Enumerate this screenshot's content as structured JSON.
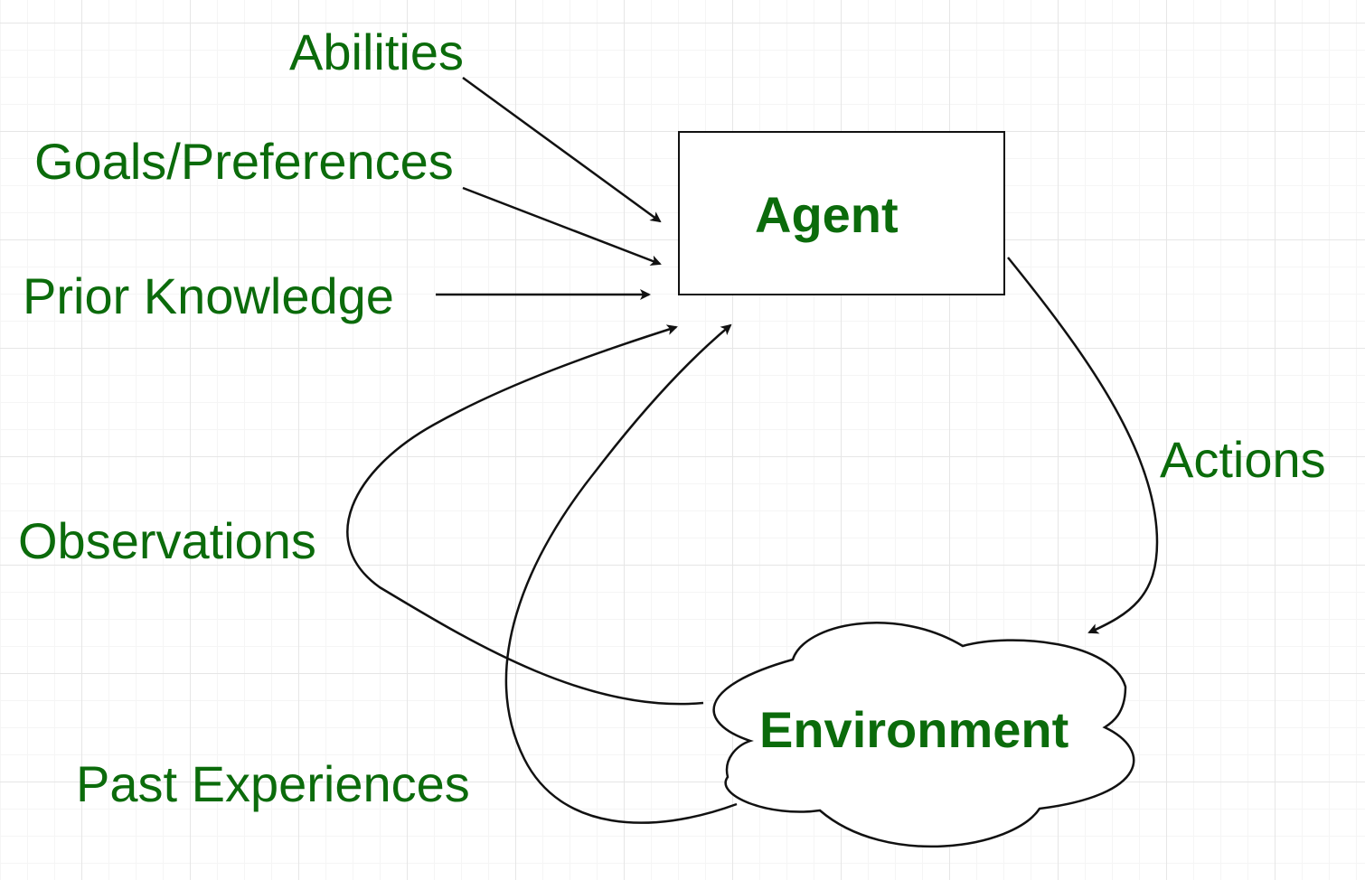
{
  "nodes": {
    "agent": "Agent",
    "environment": "Environment"
  },
  "inputs": {
    "abilities": "Abilities",
    "goals": "Goals/Preferences",
    "prior_knowledge": "Prior Knowledge",
    "observations": "Observations",
    "past_experiences": "Past Experiences"
  },
  "outputs": {
    "actions": "Actions"
  },
  "colors": {
    "text": "#0b6b0b",
    "stroke": "#111111"
  }
}
